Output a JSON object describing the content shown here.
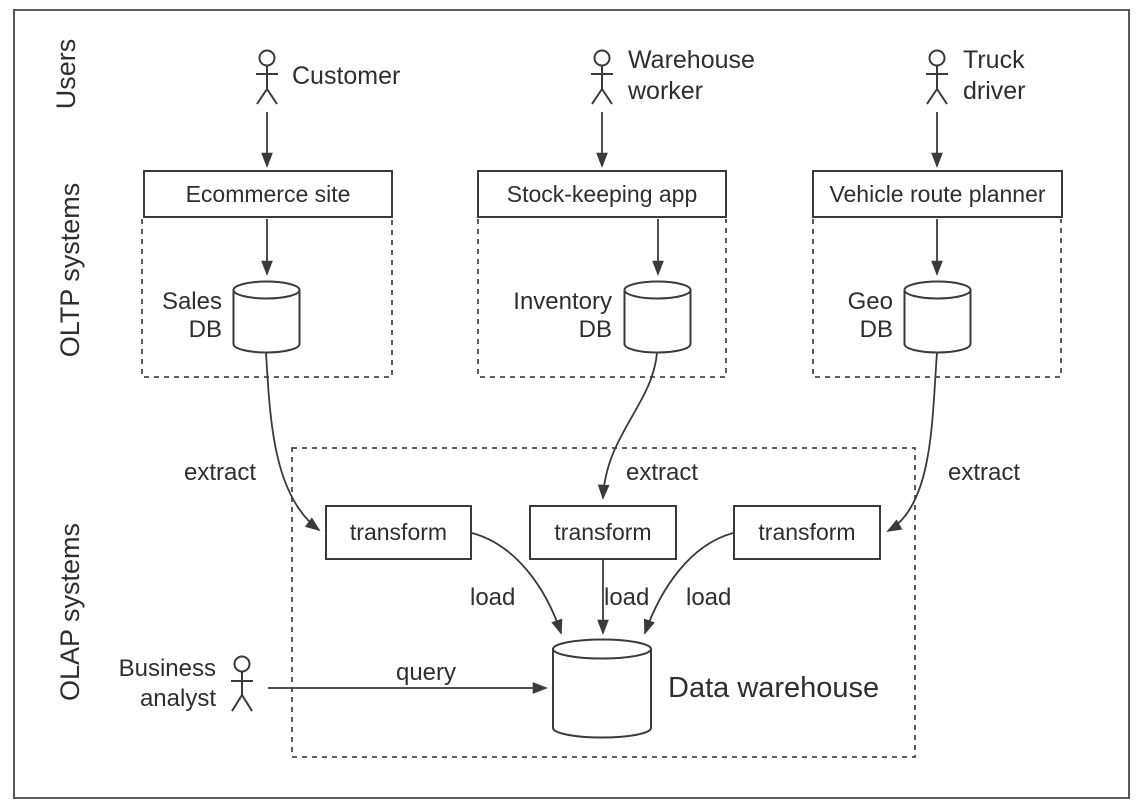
{
  "colors": {
    "background": "#ffffff",
    "stroke": "#3a3a3a",
    "text": "#2e2e2e",
    "frame_border": "#595959"
  },
  "row_labels": {
    "users": "Users",
    "oltp": "OLTP systems",
    "olap": "OLAP systems"
  },
  "actors": {
    "customer": {
      "label": "Customer"
    },
    "warehouse_worker": {
      "lines": [
        "Warehouse",
        "worker"
      ]
    },
    "truck_driver": {
      "lines": [
        "Truck",
        "driver"
      ]
    },
    "business_analyst": {
      "lines": [
        "Business",
        "analyst"
      ]
    }
  },
  "oltp_apps": {
    "ecommerce": {
      "label": "Ecommerce site"
    },
    "stock_keeping": {
      "label": "Stock-keeping app"
    },
    "vehicle_route": {
      "label": "Vehicle route planner"
    }
  },
  "databases": {
    "sales": {
      "lines": [
        "Sales",
        "DB"
      ]
    },
    "inventory": {
      "lines": [
        "Inventory",
        "DB"
      ]
    },
    "geo": {
      "lines": [
        "Geo",
        "DB"
      ]
    },
    "warehouse": {
      "label": "Data warehouse"
    }
  },
  "etl": {
    "transform_labels": [
      "transform",
      "transform",
      "transform"
    ],
    "extract_labels": [
      "extract",
      "extract",
      "extract"
    ],
    "load_labels": [
      "load",
      "load",
      "load"
    ],
    "query_label": "query"
  }
}
